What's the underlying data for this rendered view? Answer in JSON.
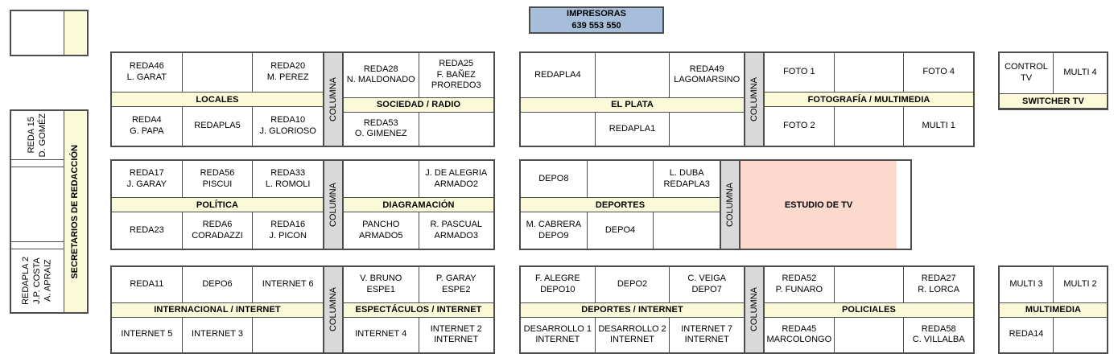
{
  "printers": {
    "title": "IMPRESORAS",
    "numbers": "639  553  550"
  },
  "sidebar": {
    "vertical_label": "SECRETARIOS DE REDACCIÓN",
    "top_box": {
      "label": ""
    },
    "cells": [
      {
        "text": "REDA 15\nD. GOMÉZ"
      },
      {
        "text": ""
      },
      {
        "text": ""
      },
      {
        "text": ""
      },
      {
        "text": "REDAPLA 2\nJ.P. COSTA\nA. APRAIZ"
      }
    ]
  },
  "columna_label": "COLUMNA",
  "studio": {
    "label": "ESTUDIO DE TV"
  },
  "blocks": {
    "locales": {
      "label": "LOCALES",
      "top": [
        "REDA46\nL. GARAT",
        "",
        "REDA20\nM. PEREZ"
      ],
      "bottom": [
        "REDA4\nG. PAPA",
        "REDAPLA5",
        "REDA10\nJ. GLORIOSO"
      ]
    },
    "sociedad_radio": {
      "label": "SOCIEDAD / RADIO",
      "top": [
        "REDA28\nN. MALDONADO",
        "REDA25\nF. BAÑEZ\nPROREDO3"
      ],
      "bottom": [
        "REDA53\nO. GIMENEZ",
        ""
      ]
    },
    "politica": {
      "label": "POLÍTICA",
      "top": [
        "REDA17\nJ. GARAY",
        "REDA56\nPISCUI",
        "REDA33\nL. ROMOLI"
      ],
      "bottom": [
        "REDA23",
        "REDA6\nCORADAZZI",
        "REDA16\nJ. PICON"
      ]
    },
    "diagramacion": {
      "label": "DIAGRAMACIÓN",
      "top": [
        "",
        "J. DE ALEGRIA\nARMADO2"
      ],
      "bottom": [
        "PANCHO\nARMADO5",
        "R. PASCUAL\nARMADO3"
      ]
    },
    "internacional_internet": {
      "label": "INTERNACIONAL / INTERNET",
      "top": [
        "REDA11",
        "DEPO6",
        "INTERNET 6"
      ],
      "bottom": [
        "INTERNET 5",
        "INTERNET 3",
        ""
      ]
    },
    "espectaculos_internet": {
      "label": "ESPECTÁCULOS / INTERNET",
      "top": [
        "V. BRUNO\nESPE1",
        "P. GARAY\nESPE2"
      ],
      "bottom": [
        "INTERNET 4",
        "INTERNET 2\nINTERNET"
      ]
    },
    "el_plata": {
      "label": "EL PLATA",
      "top": [
        "REDAPLA4",
        "",
        "REDA49\nLAGOMARSINO"
      ],
      "bottom": [
        "",
        "REDAPLA1",
        ""
      ]
    },
    "fotografia_multimedia": {
      "label": "FOTOGRAFÍA / MULTIMEDIA",
      "top": [
        "FOTO 1",
        "",
        "FOTO 4"
      ],
      "bottom": [
        "FOTO 2",
        "",
        "MULTI 1"
      ]
    },
    "deportes": {
      "label": "DEPORTES",
      "top": [
        "DEPO8",
        "",
        "L. DUBA\nREDAPLA3"
      ],
      "bottom": [
        "M. CABRERA\nDEPO9",
        "DEPO4",
        ""
      ]
    },
    "deportes_internet": {
      "label": "DEPORTES / INTERNET",
      "top": [
        "F. ALEGRE\nDEPO10",
        "DEPO2",
        "C. VEIGA\nDEPO7"
      ],
      "bottom": [
        "DESARROLLO 1\nINTERNET",
        "DESARROLLO 2\nINTERNET",
        "INTERNET 7\nINTERNET"
      ]
    },
    "policiales": {
      "label": "POLICIALES",
      "top": [
        "REDA52\nP. FUNARO",
        "",
        "REDA27\nR. LORCA"
      ],
      "bottom": [
        "REDA45\nMARCOLONGO",
        "",
        "REDA58\nC. VILLALBA"
      ]
    },
    "switcher_tv": {
      "label": "SWITCHER TV",
      "top": [
        "CONTROL TV",
        "MULTI 4"
      ]
    },
    "multimedia": {
      "label": "MULTIMEDIA",
      "top": [
        "MULTI 3",
        "MULTI 2"
      ],
      "bottom": [
        "REDA14",
        ""
      ]
    }
  }
}
